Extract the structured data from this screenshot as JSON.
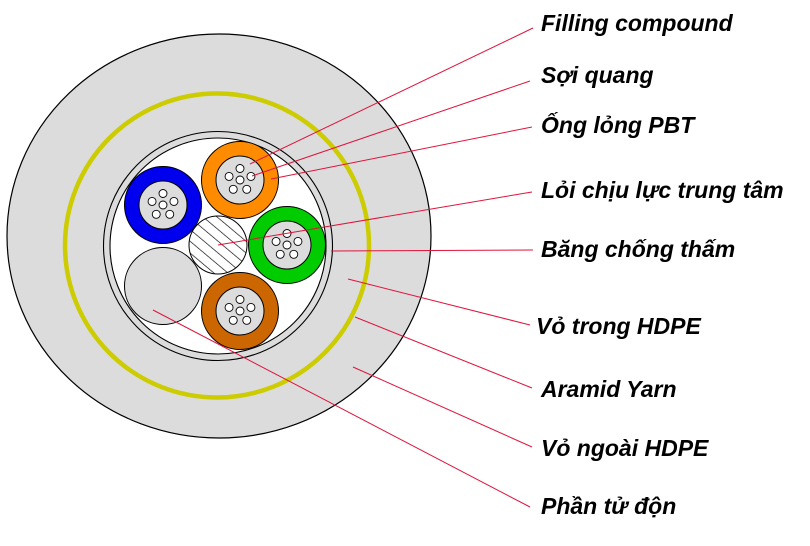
{
  "diagram": {
    "title_visible": false,
    "subject": "Fiber optic cable cross-section",
    "colors": {
      "jacket": "#dcdcdc",
      "aramid_ring": "#cccc00",
      "tube_blue": "#0000ee",
      "tube_orange": "#ff8c00",
      "tube_green": "#00cc00",
      "tube_brown": "#cc6600",
      "tube_core": "#dcdcdc",
      "filler": "#dcdcdc",
      "leader_line": "#e0143c",
      "outline": "#000000"
    },
    "loose_tubes": [
      {
        "name": "blue-loose-tube",
        "color_key": "tube_blue",
        "fiber_count": 6
      },
      {
        "name": "orange-loose-tube",
        "color_key": "tube_orange",
        "fiber_count": 6
      },
      {
        "name": "green-loose-tube",
        "color_key": "tube_green",
        "fiber_count": 6
      },
      {
        "name": "brown-loose-tube",
        "color_key": "tube_brown",
        "fiber_count": 6
      }
    ],
    "labels": [
      {
        "id": "filling-compound",
        "text": "Filling compound"
      },
      {
        "id": "optical-fiber",
        "text": "Sợi quang"
      },
      {
        "id": "loose-tube-pbt",
        "text": "Ống lỏng PBT"
      },
      {
        "id": "central-strength-member",
        "text": "Lỏi chịu lực trung tâm"
      },
      {
        "id": "water-blocking-tape",
        "text": "Băng chống thấm"
      },
      {
        "id": "inner-hdpe-sheath",
        "text": "Vỏ trong HDPE"
      },
      {
        "id": "aramid-yarn",
        "text": "Aramid Yarn"
      },
      {
        "id": "outer-hdpe-sheath",
        "text": "Vỏ ngoài HDPE"
      },
      {
        "id": "filler-element",
        "text": "Phần tử độn"
      }
    ]
  }
}
